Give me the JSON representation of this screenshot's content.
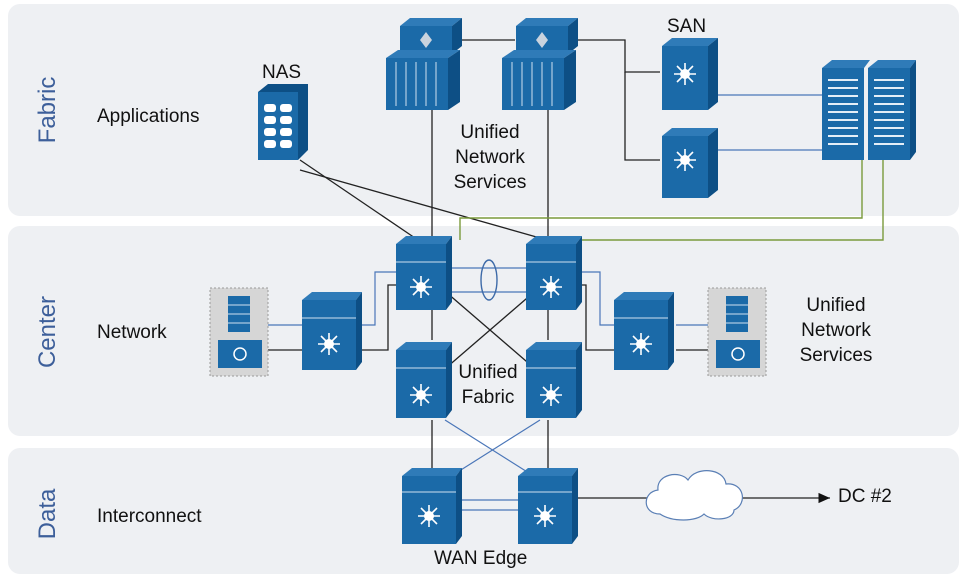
{
  "bands": {
    "top": "Fabric",
    "middle": "Center",
    "bottom": "Data"
  },
  "rows": {
    "applications": "Applications",
    "network": "Network",
    "interconnect": "Interconnect"
  },
  "labels": {
    "nas": "NAS",
    "san": "SAN",
    "uns_top": [
      "Unified",
      "Network",
      "Services"
    ],
    "uns_right": [
      "Unified",
      "Network",
      "Services"
    ],
    "unified_fabric": [
      "Unified",
      "Fabric"
    ],
    "wan_edge": "WAN Edge",
    "dc2": "DC #2"
  },
  "colors": {
    "band_bg": "#eef0f3",
    "device_blue": "#1b6aa8",
    "device_dark": "#0d4f85",
    "side_label": "#3d5f9a",
    "fc_link": "#7a9a3c",
    "blue_link": "#4a76b8"
  }
}
